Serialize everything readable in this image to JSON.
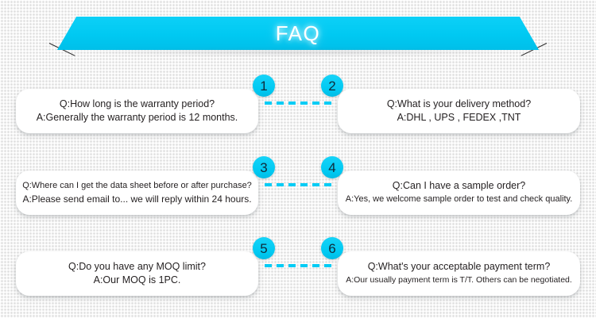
{
  "banner": {
    "title": "FAQ",
    "color": "#00ccf5"
  },
  "theme": {
    "accent": "#00ccf5",
    "text": "#231f20",
    "card": "#ffffff",
    "background": "#f3f3f3",
    "badge_number": "#0f2b3a"
  },
  "faq": {
    "rows": [
      {
        "left": {
          "number": "1",
          "question": "Q:How long is the warranty period?",
          "answer": "A:Generally the warranty period is 12 months."
        },
        "right": {
          "number": "2",
          "question": "Q:What is your delivery method?",
          "answer": "A:DHL , UPS , FEDEX ,TNT"
        }
      },
      {
        "left": {
          "number": "3",
          "question": "Q:Where can I get the data sheet before or after purchase?",
          "answer": "A:Please send email to... we will reply within 24 hours."
        },
        "right": {
          "number": "4",
          "question": "Q:Can I have a sample order?",
          "answer": "A:Yes, we welcome sample order to test and check quality."
        }
      },
      {
        "left": {
          "number": "5",
          "question": "Q:Do you have any MOQ limit?",
          "answer": "A:Our MOQ is 1PC."
        },
        "right": {
          "number": "6",
          "question": "Q:What's your acceptable payment term?",
          "answer": "A:Our usually payment term is T/T. Others can be negotiated."
        }
      }
    ]
  }
}
